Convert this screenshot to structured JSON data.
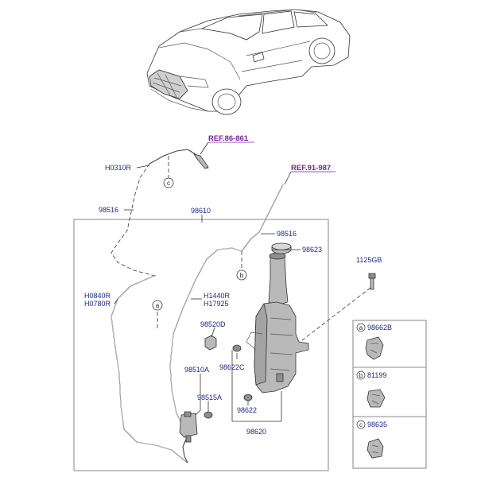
{
  "refs": {
    "top": "REF.86-861",
    "right": "REF.91-987"
  },
  "labels": {
    "h0310r": "H0310R",
    "p98516_left": "98516",
    "p98610": "98610",
    "p98516_right": "98516",
    "p98623": "98623",
    "p1125gb": "1125GB",
    "h0840r": "H0840R",
    "h0780r": "H0780R",
    "h1440r": "H1440R",
    "h17925": "H17925",
    "p98520d": "98520D",
    "p98622c": "98622C",
    "p98510a": "98510A",
    "p98515a": "98515A",
    "p98622": "98622",
    "p98620": "98620"
  },
  "markers": {
    "a": "a",
    "b": "b",
    "c": "c"
  },
  "legend": [
    {
      "key": "a",
      "part": "98662B"
    },
    {
      "key": "b",
      "part": "81199"
    },
    {
      "key": "c",
      "part": "98635"
    }
  ]
}
